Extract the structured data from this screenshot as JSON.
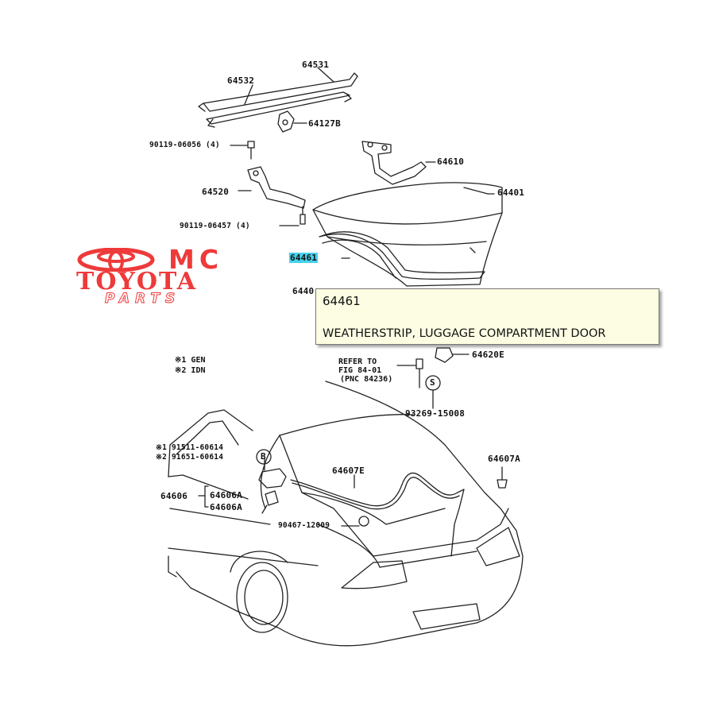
{
  "parts": {
    "p64531": "64531",
    "p64532": "64532",
    "p64127b": "64127B",
    "bolt1": "90119-06056 (4)",
    "p64610": "64610",
    "p64520": "64520",
    "p64401": "64401",
    "bolt2": "90119-06457 (4)",
    "p64461": "64461",
    "p6440x": "6440",
    "p64620e": "64620E",
    "refer": "REFER TO",
    "refer_fig": "FIG 84-01",
    "refer_pnc": "(PNC 84236)",
    "p93269": "93269-15008",
    "p91511": "※1 91511-60614",
    "p91651": "※2 91651-60614",
    "p64607a": "64607A",
    "p64607e": "64607E",
    "p64606": "64606",
    "p64606a_1": "64606A",
    "p64606a_2": "64606A",
    "p90467": "90467-12009"
  },
  "notes": {
    "note1": "※1  GEN",
    "note2": "※2  IDN"
  },
  "callouts": {
    "b": "B",
    "s": "S"
  },
  "logo": {
    "line1": "MC",
    "line2": "TOYOTA",
    "line3": "PARTS"
  },
  "tooltip": {
    "part_number": "64461",
    "description": "WEATHERSTRIP, LUGGAGE COMPARTMENT DOOR"
  },
  "colors": {
    "logo_red": "#ee3a3a",
    "highlight_cyan": "#46d2ec",
    "tooltip_bg": "#fdfde3"
  }
}
